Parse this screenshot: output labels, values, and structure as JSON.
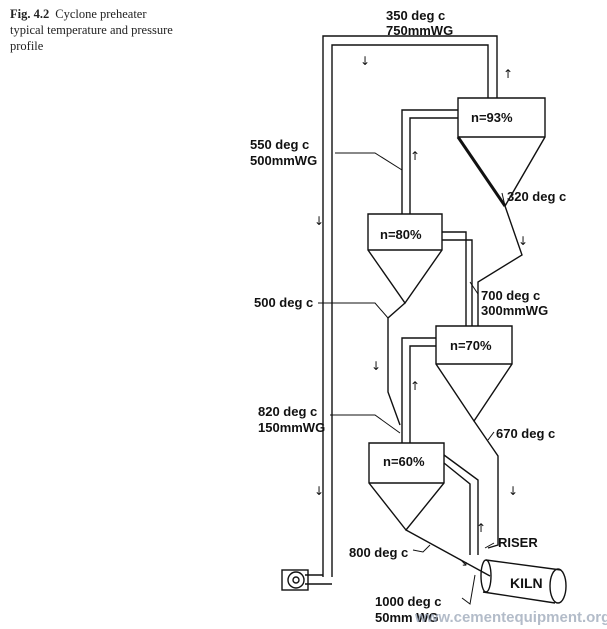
{
  "caption": {
    "fig_number": "Fig. 4.2",
    "text": "Cyclone preheater typical temperature and pressure profile"
  },
  "labels": {
    "top_temp": "350 deg c",
    "top_press": "750mmWG",
    "c4_out_temp": "550 deg c",
    "c4_out_press": "500mmWG",
    "c1_meal_temp": "320 deg c",
    "c3_gas_temp": "500 deg c",
    "mid_temp": "700 deg c",
    "mid_press": "300mmWG",
    "lower_temp": "820 deg c",
    "lower_press": "150mmWG",
    "c2_meal_temp": "670 deg c",
    "bottom_meal_temp": "800 deg c",
    "riser": "RISER",
    "kiln_inlet_temp": "1000 deg c",
    "kiln_inlet_press": "50mm WG",
    "kiln": "KILN"
  },
  "cyclones": [
    {
      "id": "c1",
      "efficiency": "n=93%"
    },
    {
      "id": "c2",
      "efficiency": "n=80%"
    },
    {
      "id": "c3",
      "efficiency": "n=70%"
    },
    {
      "id": "c4",
      "efficiency": "n=60%"
    }
  ],
  "watermark": "www.cementequipment.org"
}
